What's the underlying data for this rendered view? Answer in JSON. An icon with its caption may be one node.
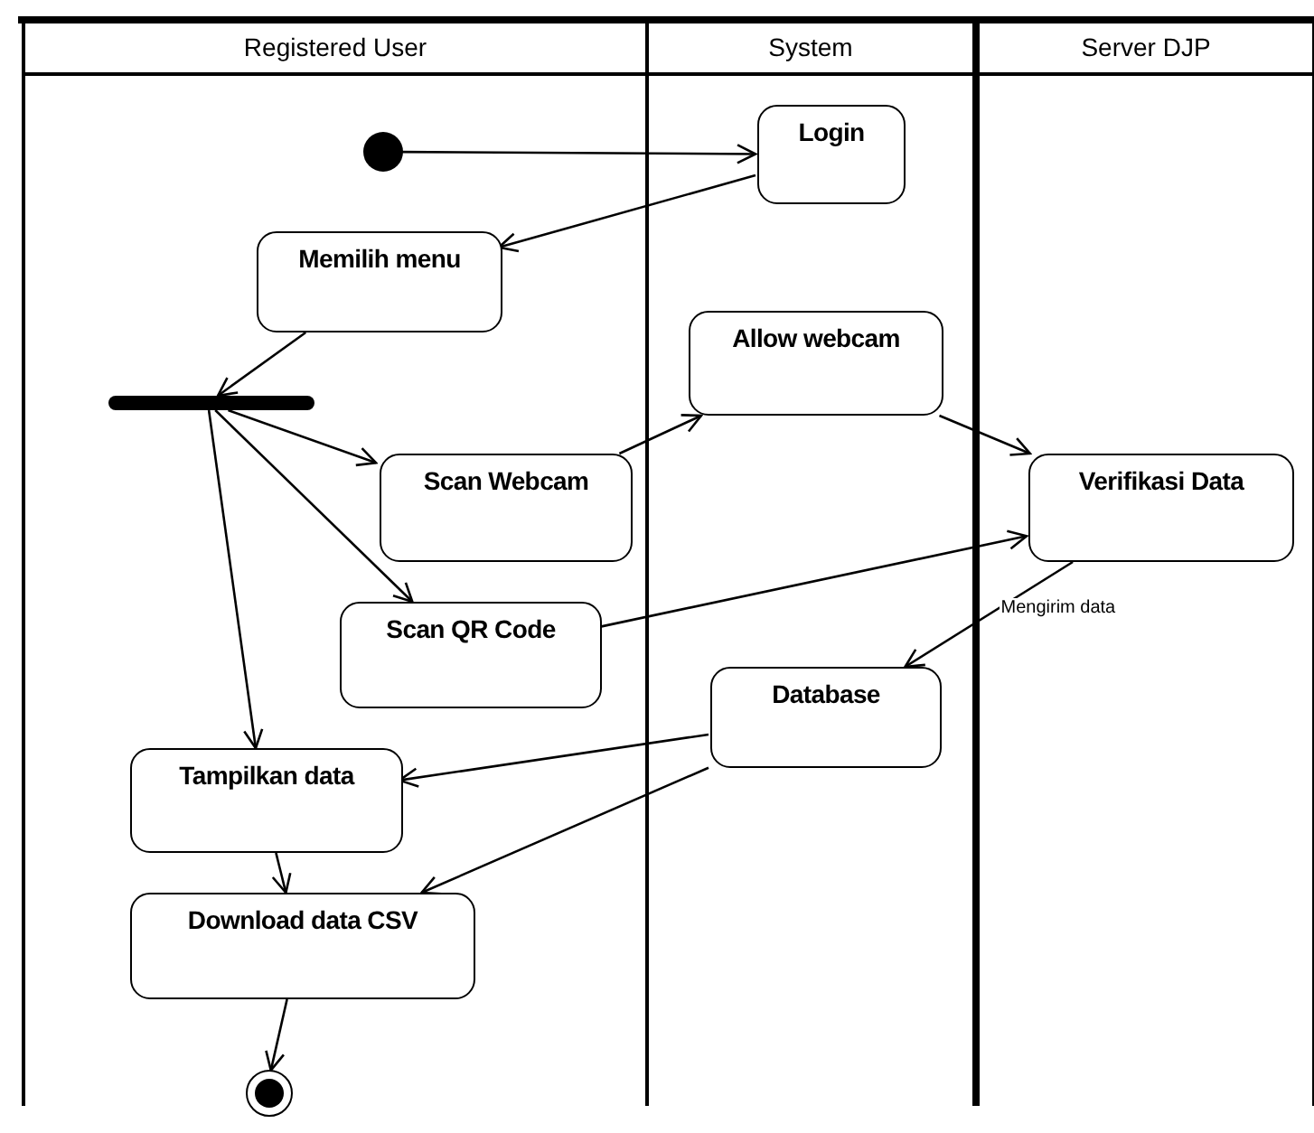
{
  "diagram": {
    "nodes": [
      {
        "text": [
          "Registered User"
        ]
      },
      {
        "text": [
          "System"
        ]
      },
      {
        "text": [
          "Server DJP"
        ]
      },
      {
        "text": [],
        "shape": "circle",
        "in": 0
      },
      {
        "text": [
          "Login"
        ],
        "in": 1
      },
      {
        "text": [
          "Memilih menu"
        ],
        "in": 0
      },
      {
        "text": [],
        "shape": "bar",
        "in": 0
      },
      {
        "text": [
          "Allow webcam"
        ],
        "in": 1
      },
      {
        "text": [
          "Scan Webcam"
        ],
        "in": 0
      },
      {
        "text": [
          "Verifikasi Data"
        ],
        "in": 2
      },
      {
        "text": [
          "Scan QR Code"
        ],
        "in": 0
      },
      {
        "text": [
          "Database"
        ],
        "in": 1
      },
      {
        "text": [
          "Tampilkan data"
        ],
        "in": 0
      },
      {
        "text": [
          "Download data CSV"
        ],
        "in": 0
      },
      {
        "text": [],
        "shape": "circle",
        "in": 0
      }
    ],
    "edges": [
      {
        "from": 3,
        "to": 4,
        "arrow": "to"
      },
      {
        "from": 4,
        "to": 5,
        "arrow": "to"
      },
      {
        "from": 5,
        "to": 6,
        "arrow": "to"
      },
      {
        "from": 6,
        "to": 8,
        "arrow": "to"
      },
      {
        "from": 6,
        "to": 10,
        "arrow": "to"
      },
      {
        "from": 6,
        "to": 12,
        "arrow": "to"
      },
      {
        "from": 8,
        "to": 7,
        "arrow": "to"
      },
      {
        "from": 7,
        "to": 9,
        "arrow": "to"
      },
      {
        "from": 10,
        "to": 9,
        "arrow": "to"
      },
      {
        "from": 9,
        "to": 11,
        "arrow": "to",
        "label": "Mengirim data"
      },
      {
        "from": 11,
        "to": 12,
        "arrow": "to"
      },
      {
        "from": 11,
        "to": 13,
        "arrow": "to"
      },
      {
        "from": 12,
        "to": 13,
        "arrow": "to"
      },
      {
        "from": 13,
        "to": 14,
        "arrow": "to"
      }
    ]
  }
}
